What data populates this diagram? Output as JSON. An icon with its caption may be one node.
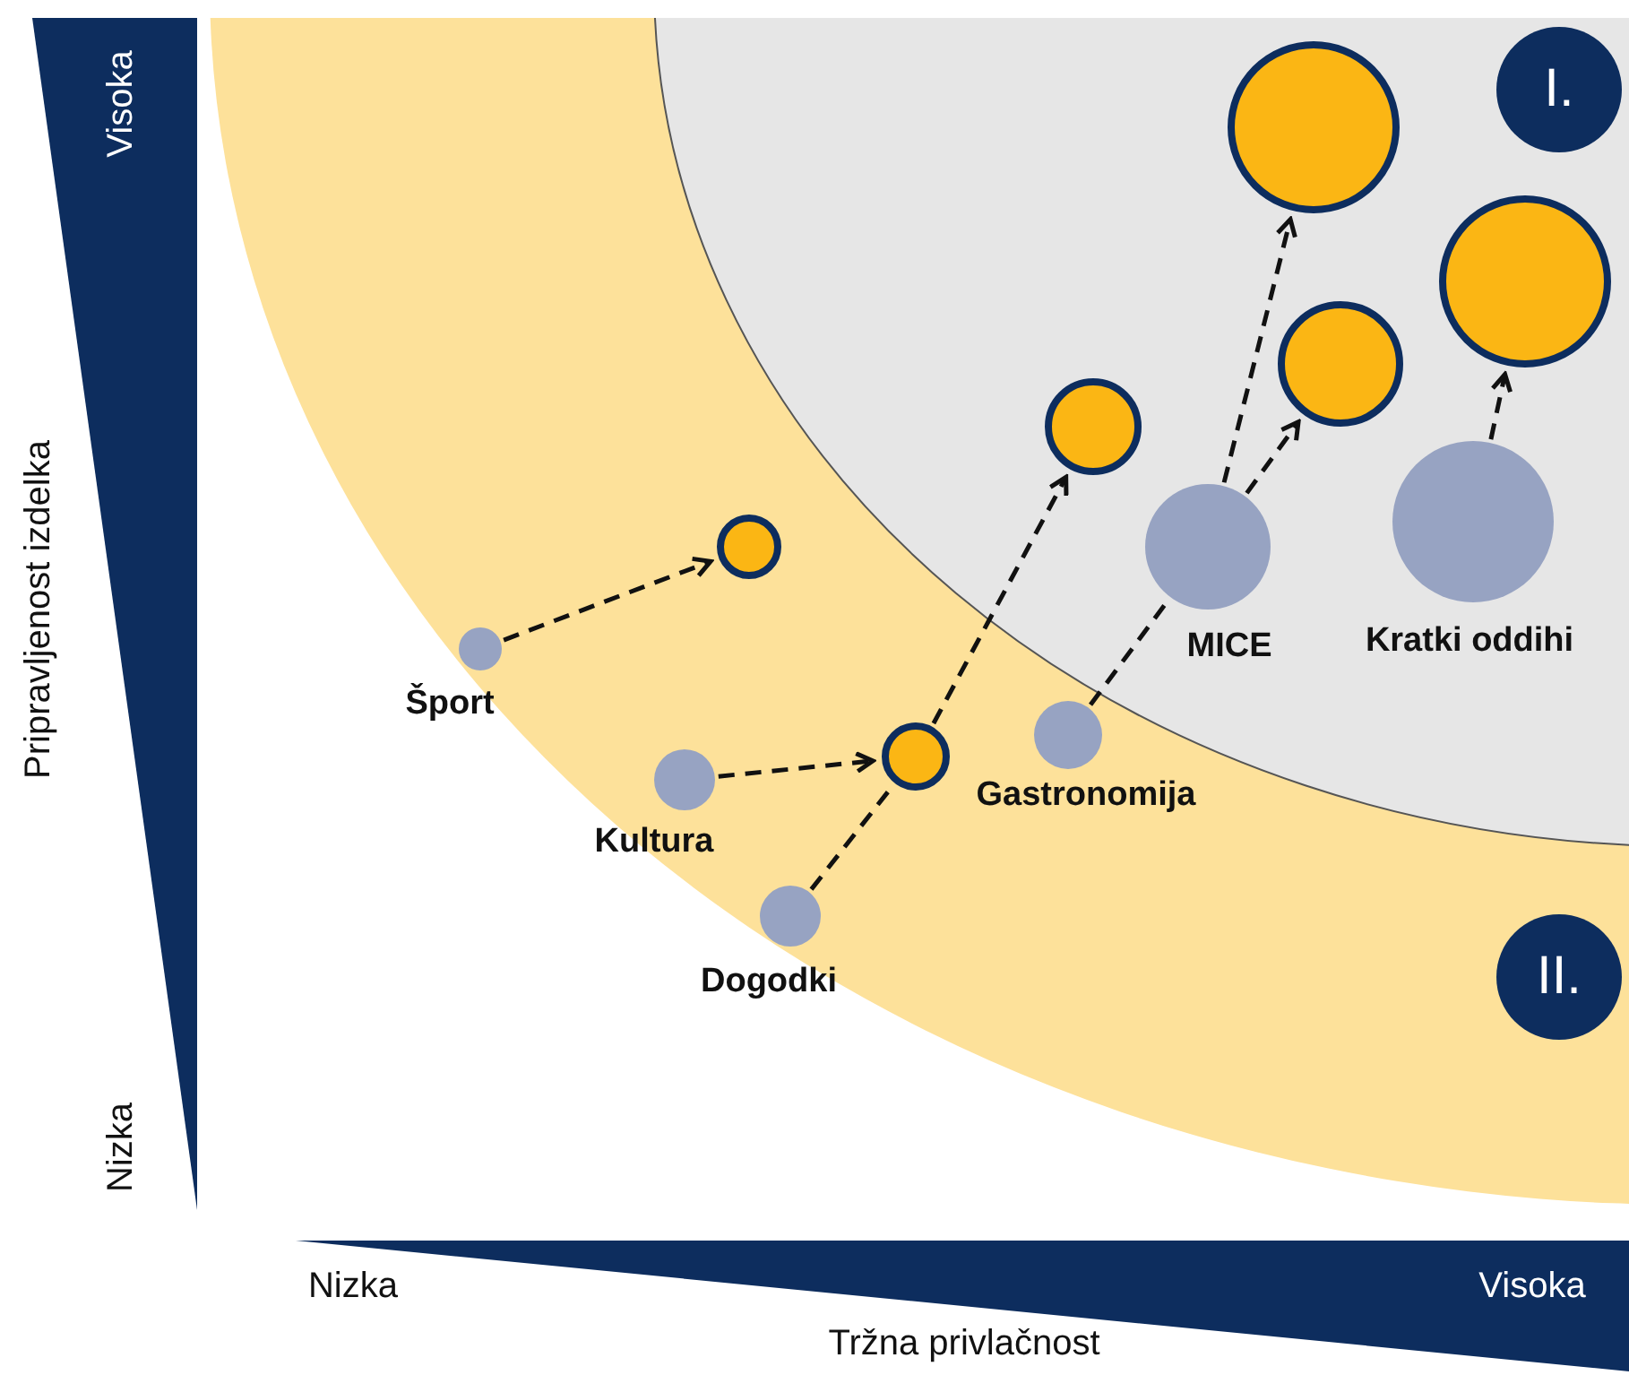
{
  "diagram": {
    "nodes": [
      {
        "text": [
          "I."
        ]
      },
      {
        "text": [],
        "shape": "circle"
      },
      {
        "text": [],
        "shape": "circle"
      },
      {
        "text": [],
        "shape": "circle"
      },
      {
        "text": [],
        "shape": "circle"
      },
      {
        "text": [],
        "shape": "circle"
      },
      {
        "text": [],
        "shape": "circle",
        "beside": [
          "MICE"
        ]
      },
      {
        "text": [],
        "shape": "circle",
        "beside": [
          "Kratki oddihi"
        ]
      },
      {
        "text": [],
        "shape": "circle",
        "beside": [
          "Šport"
        ]
      },
      {
        "text": [],
        "shape": "circle",
        "beside": [
          "Gastronomija"
        ]
      },
      {
        "text": [],
        "shape": "circle"
      },
      {
        "text": [],
        "shape": "circle",
        "beside": [
          "Kultura"
        ]
      },
      {
        "text": [],
        "shape": "circle",
        "beside": [
          "Dogodki"
        ]
      },
      {
        "text": [
          "II."
        ]
      }
    ],
    "edges": [
      {
        "from": 8,
        "to": 5,
        "arrow": "to",
        "style": "dashed"
      },
      {
        "from": 11,
        "to": 10,
        "arrow": "to",
        "style": "dashed"
      },
      {
        "from": 12,
        "to": 10,
        "arrow": "none",
        "style": "dashed"
      },
      {
        "from": 10,
        "to": 4,
        "arrow": "to",
        "style": "dashed"
      },
      {
        "from": 9,
        "to": 6,
        "arrow": "none",
        "style": "dashed"
      },
      {
        "from": 6,
        "to": 3,
        "arrow": "to",
        "style": "dashed"
      },
      {
        "from": 6,
        "to": 1,
        "arrow": "to",
        "style": "dashed"
      },
      {
        "from": 7,
        "to": 2,
        "arrow": "to",
        "style": "dashed"
      }
    ],
    "labels": [
      "Visoka",
      "Pripravljenost izdelka",
      "Nizka",
      "Nizka",
      "Visoka",
      "Tržna privlačnost"
    ]
  }
}
